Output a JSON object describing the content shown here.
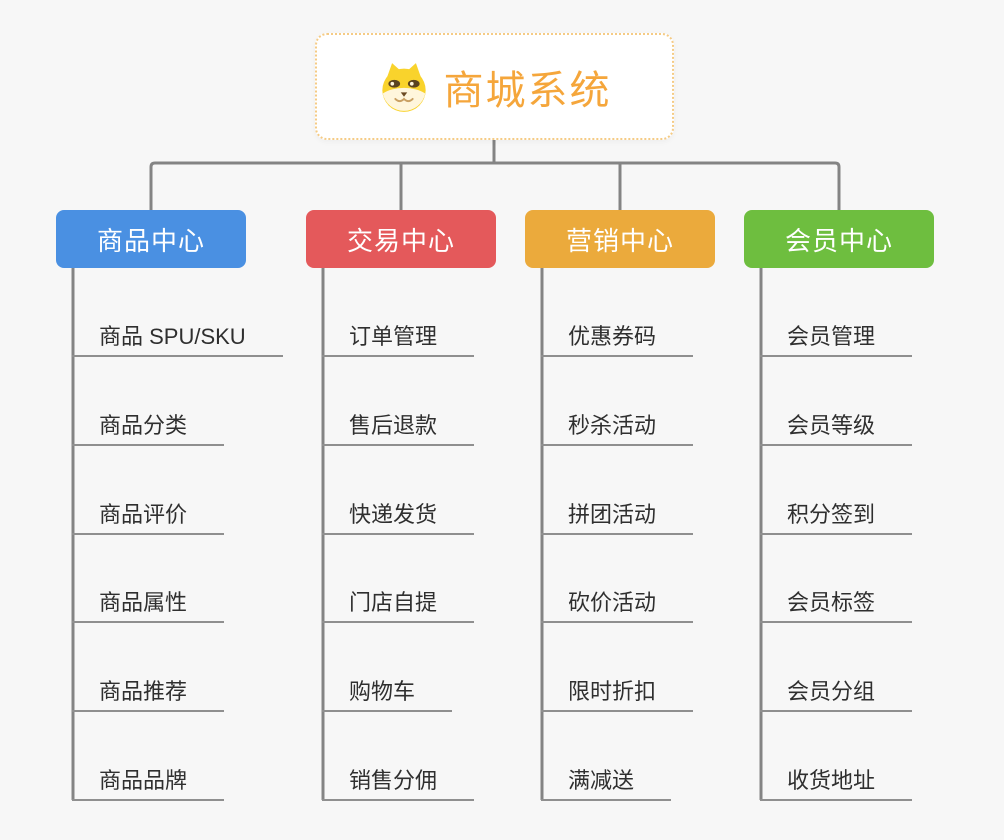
{
  "root": {
    "title": "商城系统",
    "icon": "shiba-dog-icon",
    "title_color": "#f5a63b",
    "border_color": "#f5cb85"
  },
  "connector_color": "#848484",
  "branches": [
    {
      "label": "商品中心",
      "color": "#4a90e2",
      "children": [
        "商品 SPU/SKU",
        "商品分类",
        "商品评价",
        "商品属性",
        "商品推荐",
        "商品品牌"
      ]
    },
    {
      "label": "交易中心",
      "color": "#e4595b",
      "children": [
        "订单管理",
        "售后退款",
        "快递发货",
        "门店自提",
        "购物车",
        "销售分佣"
      ]
    },
    {
      "label": "营销中心",
      "color": "#ebaa3c",
      "children": [
        "优惠券码",
        "秒杀活动",
        "拼团活动",
        "砍价活动",
        "限时折扣",
        "满减送"
      ]
    },
    {
      "label": "会员中心",
      "color": "#6ebe3f",
      "children": [
        "会员管理",
        "会员等级",
        "积分签到",
        "会员标签",
        "会员分组",
        "收货地址"
      ]
    }
  ]
}
